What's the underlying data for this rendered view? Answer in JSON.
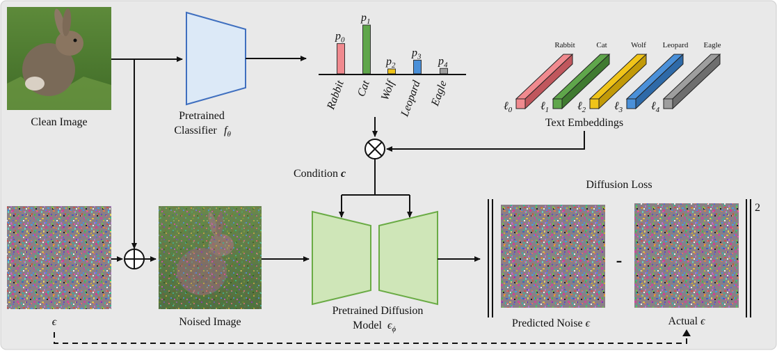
{
  "labels": {
    "clean_image": "Clean Image",
    "classifier_line1": "Pretrained",
    "classifier_line2": "Classifier",
    "classifier_symbol": "f",
    "classifier_sub": "θ",
    "noised_image": "Noised Image",
    "epsilon": "ϵ",
    "condition": "Condition",
    "condition_symbol": "c",
    "diffusion_line1": "Pretrained Diffusion",
    "diffusion_line2": "Model",
    "diffusion_symbol": "ϵ",
    "diffusion_sub": "ϕ",
    "text_embeddings": "Text Embeddings",
    "diffusion_loss": "Diffusion Loss",
    "predicted_noise": "Predicted Noise",
    "predicted_symbol": "ϵ",
    "actual": "Actual",
    "actual_symbol": "ϵ",
    "minus": "-",
    "norm_power": "2",
    "otimes": "⊗",
    "oplus": "⊕"
  },
  "chart_data": {
    "type": "bar",
    "categories": [
      "Rabbit",
      "Cat",
      "Wolf",
      "Leopard",
      "Eagle"
    ],
    "values": [
      0.62,
      1.0,
      0.1,
      0.28,
      0.11
    ],
    "bar_labels": [
      "p",
      "p",
      "p",
      "p",
      "p"
    ],
    "bar_subs": [
      "0",
      "1",
      "2",
      "3",
      "4"
    ],
    "colors": [
      "#f08a8f",
      "#5fa64b",
      "#f0c419",
      "#4a90d9",
      "#9e9e9e"
    ]
  },
  "embeddings": {
    "names": [
      "Rabbit",
      "Cat",
      "Wolf",
      "Leopard",
      "Eagle"
    ],
    "symbol": "ℓ",
    "subs": [
      "0",
      "1",
      "2",
      "3",
      "4"
    ],
    "colors": [
      "#f08a8f",
      "#5fa64b",
      "#f0c419",
      "#4a90d9",
      "#9e9e9e"
    ],
    "dark_colors": [
      "#c0575d",
      "#3f7a30",
      "#c29a08",
      "#2f6aa8",
      "#6e6e6e"
    ]
  },
  "colors": {
    "background": "#e9e9e9",
    "classifier_fill": "#dce9f7",
    "classifier_stroke": "#3f6fbf",
    "diffusion_fill": "#cfe6b8",
    "diffusion_stroke": "#6aab45"
  }
}
